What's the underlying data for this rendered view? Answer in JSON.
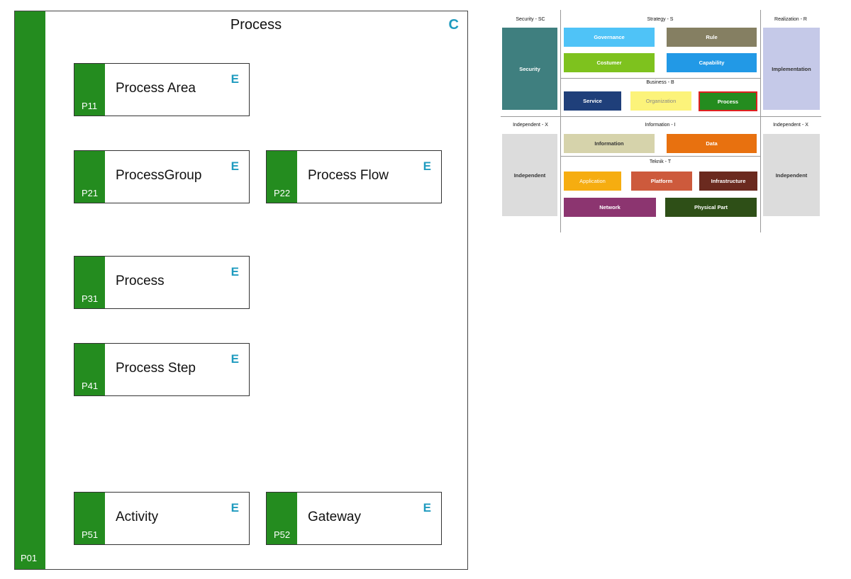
{
  "main": {
    "title": "Process",
    "type_letter": "C",
    "code": "P01"
  },
  "entities": [
    {
      "code": "P11",
      "name": "Process Area",
      "type": "E"
    },
    {
      "code": "P21",
      "name": "ProcessGroup",
      "type": "E"
    },
    {
      "code": "P22",
      "name": "Process Flow",
      "type": "E"
    },
    {
      "code": "P31",
      "name": "Process",
      "type": "E"
    },
    {
      "code": "P41",
      "name": "Process Step",
      "type": "E"
    },
    {
      "code": "P51",
      "name": "Activity",
      "type": "E"
    },
    {
      "code": "P52",
      "name": "Gateway",
      "type": "E"
    }
  ],
  "overview": {
    "headers": {
      "security": "Security - SC",
      "strategy": "Strategy - S",
      "realization": "Realization - R",
      "business": "Business - B",
      "independent_left": "Independent - X",
      "information": "Information - I",
      "independent_right": "Independent - X",
      "teknik": "Teknik - T"
    },
    "boxes": {
      "security": "Security",
      "governance": "Governance",
      "rule": "Rule",
      "costumer": "Costumer",
      "capability": "Capability",
      "implementation": "Implementation",
      "service": "Service",
      "organization": "Organization",
      "process": "Process",
      "independent_left": "Independent",
      "information": "Information",
      "data": "Data",
      "independent_right": "Independent",
      "application": "Application",
      "platform": "Platform",
      "infrastructure": "Infrastructure",
      "network": "Network",
      "physical_part": "Physical Part"
    },
    "colors": {
      "security": "#3f7f7f",
      "governance": "#4fc3f7",
      "rule": "#857f62",
      "costumer": "#7ec21e",
      "capability": "#2299e6",
      "implementation": "#c5c9e8",
      "service": "#1f3f7a",
      "organization": "#fcf37a",
      "process": "#248c1f",
      "process_border": "#e02020",
      "independent": "#dcdcdc",
      "information": "#d6d3ab",
      "data": "#e8710f",
      "application": "#f6ad10",
      "platform": "#cd5a3c",
      "infrastructure": "#6b2a1f",
      "network": "#8c3570",
      "physical_part": "#2e4f17"
    }
  }
}
